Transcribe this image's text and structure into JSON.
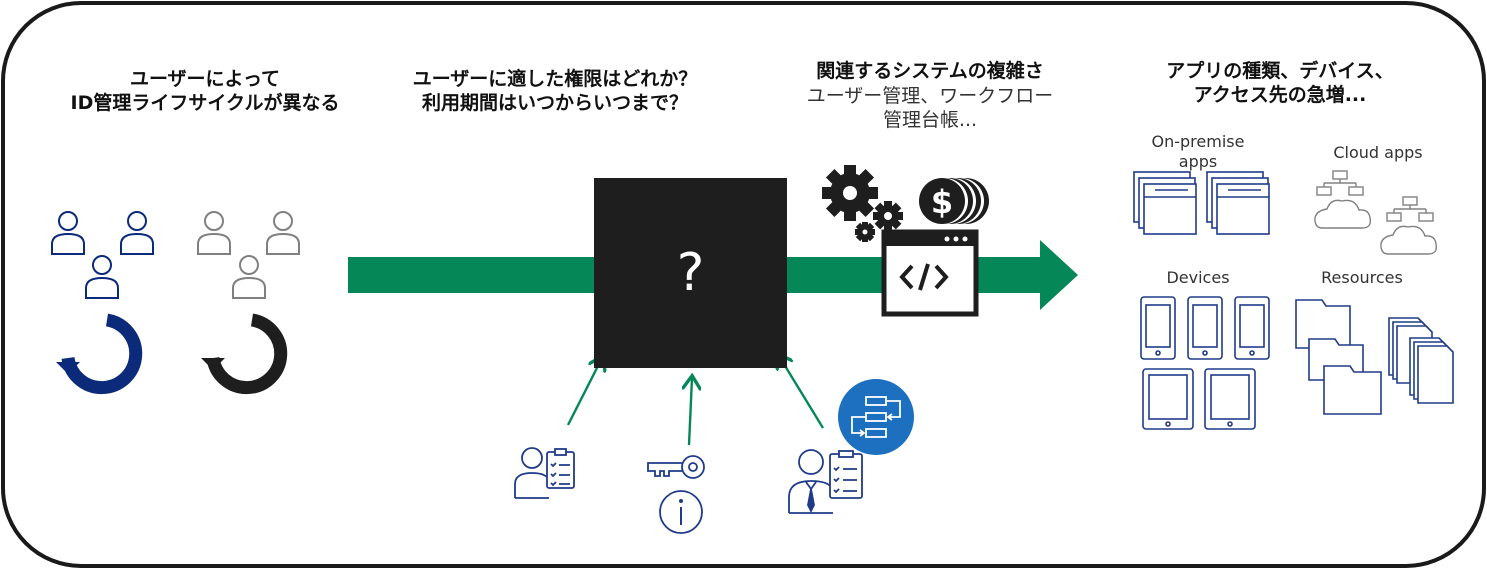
{
  "columns": [
    {
      "title": [
        "ユーザーによって",
        "ID管理ライフサイクルが異なる"
      ]
    },
    {
      "title": [
        "ユーザーに適した権限はどれか？",
        "利用期間はいつからいつまで？"
      ]
    },
    {
      "title": [
        "関連するシステムの複雑さ"
      ],
      "subtitle": [
        "ユーザー管理、ワークフロー",
        "管理台帳..."
      ]
    },
    {
      "title": [
        "アプリの種類、デバイス、",
        "アクセス先の急増..."
      ]
    }
  ],
  "center_box": {
    "label": "?"
  },
  "resource_groups": [
    {
      "label": [
        "On-premise",
        "apps"
      ]
    },
    {
      "label": [
        "Cloud apps"
      ]
    },
    {
      "label": [
        "Devices"
      ]
    },
    {
      "label": [
        "Resources"
      ]
    }
  ],
  "colors": {
    "frame": "#1a1a1a",
    "arrow_green": "#058757",
    "user_blue": "#0b2b7a",
    "user_gray": "#808080",
    "outline_blue": "#1f3b8a",
    "circle_blue": "#1d6fc0",
    "box_black": "#1e1e1e"
  }
}
